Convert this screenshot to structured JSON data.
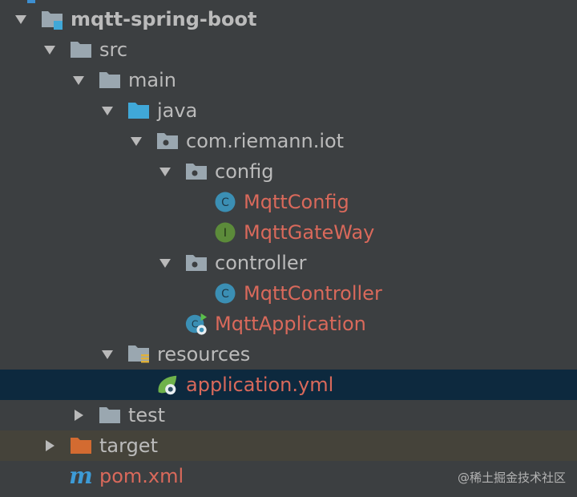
{
  "tree": {
    "project": "mqtt-spring-boot",
    "src": "src",
    "main": "main",
    "java": "java",
    "package": "com.riemann.iot",
    "config": "config",
    "mqtt_config": "MqttConfig",
    "mqtt_gateway": "MqttGateWay",
    "controller": "controller",
    "mqtt_controller": "MqttController",
    "mqtt_application": "MqttApplication",
    "resources": "resources",
    "application_yml": "application.yml",
    "test": "test",
    "target": "target",
    "pom": "pom.xml"
  },
  "icons": {
    "class_letter": "C",
    "interface_letter": "I",
    "maven_letter": "m"
  },
  "watermark": "@稀土掘金技术社区",
  "colors": {
    "background": "#3c3f41",
    "text": "#bbbbbb",
    "modified_text": "#d9695b",
    "selection": "#0d293e",
    "excluded_row": "#45433a",
    "folder": "#9aa7b0",
    "source_folder": "#40a8d8",
    "target_folder": "#d36b31",
    "class_icon": "#3b8fb4",
    "interface_icon": "#5c8b3a",
    "maven": "#3d9bd6"
  }
}
